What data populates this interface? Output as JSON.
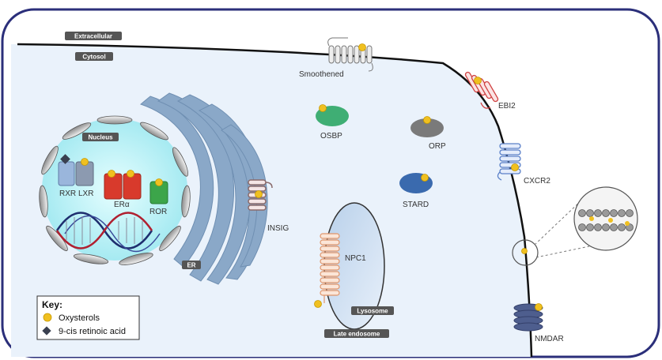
{
  "regions": {
    "extracellular": "Extracellular",
    "cytosol": "Cytosol",
    "nucleus": "Nucleus",
    "er": "ER",
    "lysosome": "Lysosome",
    "late_endosome": "Late endosome"
  },
  "proteins": {
    "rxr": "RXR",
    "lxr": "LXR",
    "er_alpha": "ERα",
    "ror": "ROR",
    "insig": "INSIG",
    "npc1": "NPC1",
    "smoothened": "Smoothened",
    "osbp": "OSBP",
    "orp": "ORP",
    "stard": "STARD",
    "ebi2": "EBI2",
    "cxcr2": "CXCR2",
    "nmdar": "NMDAR"
  },
  "key": {
    "title": "Key:",
    "oxysterols": "Oxysterols",
    "retinoic_acid": "9-cis retinoic acid"
  },
  "colors": {
    "frame": "#2b2f7a",
    "cytosol": "#eaf2fb",
    "nucleus": "#bff3f7",
    "er": "#8aa8c8",
    "oxysterol": "#f0c020",
    "retinoic": "#3a4050",
    "rxr": "#9ab6dc",
    "lxr": "#8c9ab0",
    "er_alpha": "#d83a2c",
    "ror": "#3ca54a",
    "osbp": "#3fae74",
    "orp": "#7a7a7a",
    "stard": "#3a6aae",
    "ebi2": "#d04040",
    "cxcr2": "#5a80c8",
    "npc1": "#e0956a",
    "nmdar": "#4e5e8e",
    "tag": "#555555"
  },
  "icons": {
    "oxysterol": "yellow-dot-icon",
    "retinoic_acid": "dark-diamond-icon"
  }
}
